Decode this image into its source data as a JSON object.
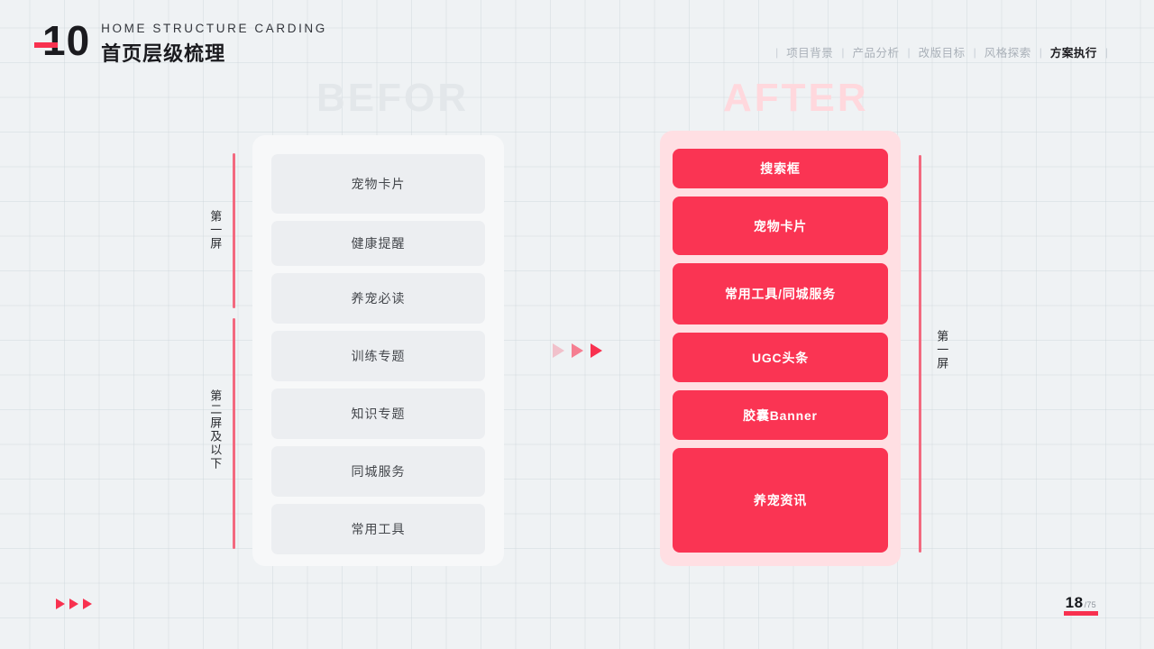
{
  "header": {
    "logo_number": "10",
    "title_en": "HOME STRUCTURE CARDING",
    "title_cn": "首页层级梳理",
    "accent_color": "#F8314F"
  },
  "nav": {
    "separator": "|",
    "items": [
      {
        "label": "项目背景",
        "active": false
      },
      {
        "label": "产品分析",
        "active": false
      },
      {
        "label": "改版目标",
        "active": false
      },
      {
        "label": "风格探索",
        "active": false
      },
      {
        "label": "方案执行",
        "active": true
      }
    ]
  },
  "sections": {
    "before": {
      "heading": "BEFOR",
      "heading_color": "#E3E7EA",
      "card_color": "#ECEEF1",
      "cards": [
        {
          "label": "宠物卡片",
          "height": 66
        },
        {
          "label": "健康提醒",
          "height": 50
        },
        {
          "label": "养宠必读",
          "height": 56
        },
        {
          "label": "训练专题",
          "height": 56
        },
        {
          "label": "知识专题",
          "height": 56
        },
        {
          "label": "同城服务",
          "height": 56
        },
        {
          "label": "常用工具",
          "height": 56
        }
      ],
      "rail_labels": [
        {
          "text": "第一屏"
        },
        {
          "text": "第二屏及以下"
        }
      ]
    },
    "after": {
      "heading": "AFTER",
      "heading_color": "#FFD8DD",
      "panel_color": "#FFDFE3",
      "card_color": "#FA3453",
      "cards": [
        {
          "label": "搜索框",
          "height": 44
        },
        {
          "label": "宠物卡片",
          "height": 65
        },
        {
          "label": "常用工具/同城服务",
          "height": 68
        },
        {
          "label": "UGC头条",
          "height": 55
        },
        {
          "label": "胶囊Banner",
          "height": 55
        },
        {
          "label": "养宠资讯",
          "height": 116
        }
      ],
      "rail_labels": [
        {
          "text": "第一屏"
        }
      ]
    }
  },
  "transition": {
    "arrow_count": 3,
    "arrow_color": "#F8314F"
  },
  "footer": {
    "arrow_count": 3,
    "arrow_color": "#F8314F",
    "page_current": "18",
    "page_total": "/75"
  }
}
